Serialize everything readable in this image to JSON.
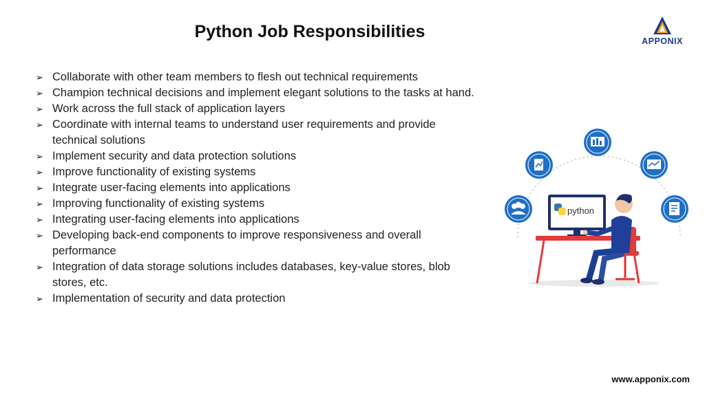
{
  "title": "Python Job Responsibilities",
  "logo": {
    "text": "APPONIX",
    "accent": "#f5a623",
    "brand": "#1a3a8a"
  },
  "bullet_icon": "arrow-bullet-icon",
  "bullets": [
    "Collaborate with other team members to flesh out technical requirements",
    "Champion technical decisions and implement elegant solutions to the tasks at hand.",
    "Work across the full stack of application layers",
    "Coordinate with internal teams to understand user requirements and provide technical solutions",
    "Implement security and data protection solutions",
    "Improve functionality of existing systems",
    "Integrate user-facing elements into applications",
    "Improving functionality of existing systems",
    "Integrating user-facing elements into applications",
    "Developing back-end components to improve responsiveness and overall performance",
    "Integration of data storage solutions includes databases, key-value stores, blob stores, etc.",
    "Implementation of security and data protection"
  ],
  "illustration": {
    "screen_text": "python"
  },
  "footer": {
    "url": "www.apponix.com"
  }
}
